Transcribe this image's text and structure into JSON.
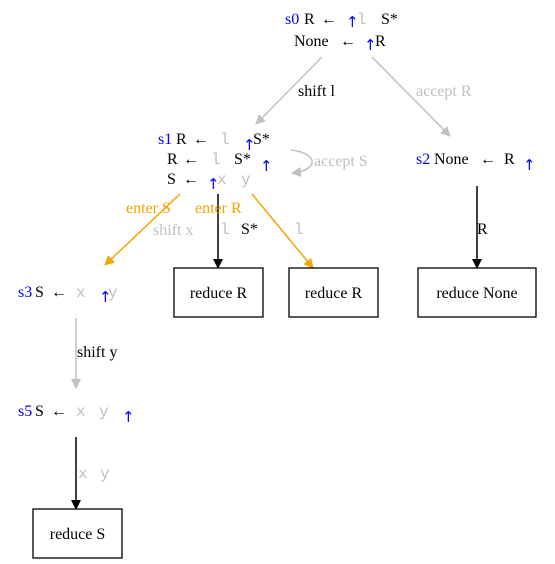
{
  "colors": {
    "black": "#000000",
    "gray": "#c0c0c0",
    "blue": "#0000ff",
    "orange": "#f5a500"
  },
  "states": {
    "s0": {
      "id": "s0",
      "line1": {
        "lhs": "R",
        "larrow": "←",
        "caret": "↑",
        "t1": "l",
        "t2": "S*"
      },
      "line2": {
        "lhs": "None",
        "larrow": "←",
        "caret": "↑",
        "t1": "R"
      }
    },
    "s1": {
      "id": "s1",
      "line1": {
        "lhs": "R",
        "larrow": "←",
        "t1": "l",
        "caret": "↑",
        "t2": "S*"
      },
      "line2": {
        "lhs": "R",
        "larrow": "←",
        "t1": "l",
        "t2": "S*",
        "caret": "↑"
      },
      "line3": {
        "lhs": "S",
        "larrow": "←",
        "caret": "↑",
        "t1": "x",
        "t2": "y"
      }
    },
    "s2": {
      "id": "s2",
      "lhs": "None",
      "larrow": "←",
      "t1": "R",
      "caret": "↑"
    },
    "s3": {
      "id": "s3",
      "lhs": "S",
      "larrow": "←",
      "t1": "x",
      "caret": "↑",
      "t2": "y"
    },
    "s5": {
      "id": "s5",
      "lhs": "S",
      "larrow": "←",
      "t1": "x",
      "t2": "y",
      "caret": "↑"
    }
  },
  "reduce_boxes": {
    "r1": "reduce R",
    "r2": "reduce R",
    "r3": "reduce None",
    "r4": "reduce S"
  },
  "edges": {
    "s0_s1": "shift l",
    "s0_s2": "accept R",
    "s1_self": "accept S",
    "s1_s3_enter": "enter S",
    "s1_enterR": "enter R",
    "s1_shiftx": "shift x",
    "s1_r1_l": "l",
    "s1_r1_s": "S*",
    "s1_r2": "l",
    "s2_r3": "R",
    "s3_s5": "shift y",
    "s5_r4_x": "x",
    "s5_r4_y": "y"
  }
}
